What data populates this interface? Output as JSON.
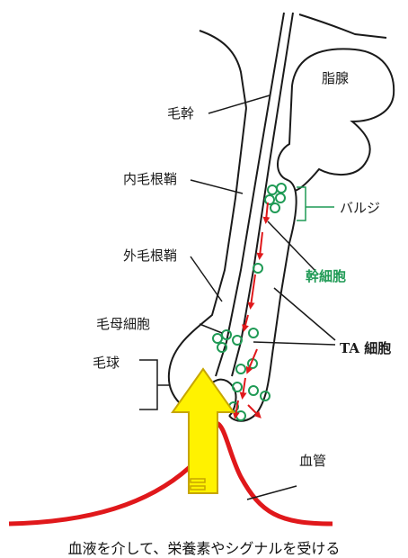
{
  "labels": {
    "sebaceous_gland": "脂腺",
    "hair_shaft": "毛幹",
    "inner_root_sheath": "内毛根鞘",
    "outer_root_sheath": "外毛根鞘",
    "bulge": "バルジ",
    "stem_cells": "幹細胞",
    "matrix_cells": "毛母細胞",
    "ta_cells": "TA 細胞",
    "hair_bulb": "毛球",
    "blood_vessel": "血管"
  },
  "caption": "血液を介して、栄養素やシグナルを受ける",
  "colors": {
    "outline": "#1a1a1a",
    "cells": "#1f9a55",
    "arrows": "#e0181b",
    "vessel": "#e0181b",
    "big_arrow_fill": "#fff200",
    "big_arrow_stroke": "#c7a600"
  }
}
